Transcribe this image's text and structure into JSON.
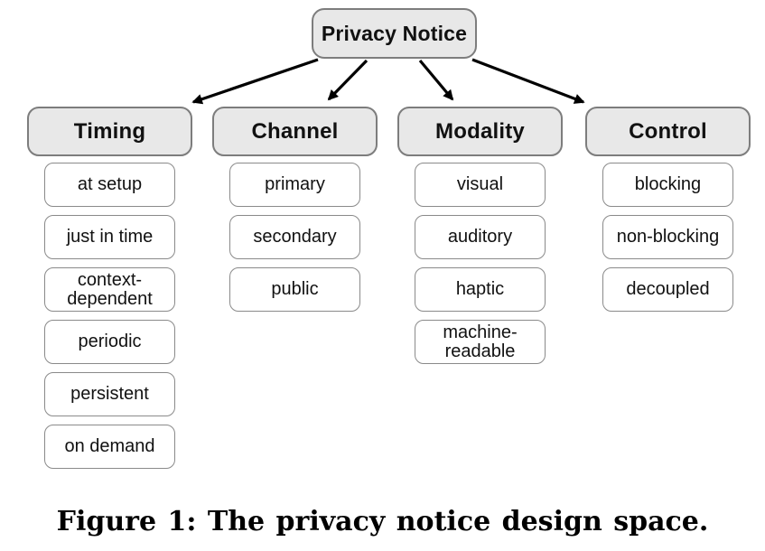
{
  "figure": {
    "root_label": "Privacy Notice",
    "caption": "Figure 1: The privacy notice design space.",
    "columns": [
      {
        "id": "timing",
        "label": "Timing",
        "items": [
          "at setup",
          "just in time",
          "context-dependent",
          "periodic",
          "persistent",
          "on demand"
        ]
      },
      {
        "id": "channel",
        "label": "Channel",
        "items": [
          "primary",
          "secondary",
          "public"
        ]
      },
      {
        "id": "modality",
        "label": "Modality",
        "items": [
          "visual",
          "auditory",
          "haptic",
          "machine-readable"
        ]
      },
      {
        "id": "control",
        "label": "Control",
        "items": [
          "blocking",
          "non-blocking",
          "decoupled"
        ]
      }
    ]
  },
  "colors": {
    "background": "#ffffff",
    "node_fill": "#e8e8e8",
    "node_border": "#7d7d7d",
    "item_fill": "#ffffff",
    "item_border": "#8a8a8a",
    "arrow": "#000000",
    "text": "#111111"
  }
}
